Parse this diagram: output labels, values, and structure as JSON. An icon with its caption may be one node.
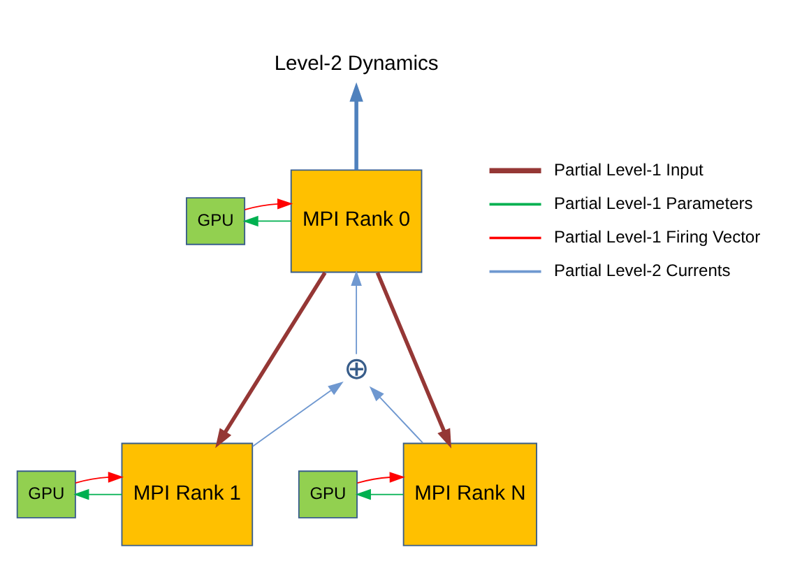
{
  "diagram": {
    "nodes": [
      {
        "text": [
          "Level-2 Dynamics"
        ]
      },
      {
        "text": [
          "MPI Rank 0"
        ]
      },
      {
        "text": [
          "GPU"
        ]
      },
      {
        "text": [
          "⊕"
        ]
      },
      {
        "text": [
          "MPI Rank 1"
        ]
      },
      {
        "text": [
          "GPU"
        ]
      },
      {
        "text": [
          "MPI Rank N"
        ]
      },
      {
        "text": [
          "GPU"
        ]
      }
    ],
    "edges": [
      {
        "from": 1,
        "to": 0,
        "arrow": "to",
        "style": "thick",
        "color": "#4f81bd"
      },
      {
        "from": 1,
        "to": 2,
        "arrow": "to",
        "color": "#00b050"
      },
      {
        "from": 2,
        "to": 1,
        "arrow": "to",
        "color": "#ff0000"
      },
      {
        "from": 1,
        "to": 4,
        "arrow": "to",
        "style": "thick",
        "color": "#953735"
      },
      {
        "from": 1,
        "to": 6,
        "arrow": "to",
        "style": "thick",
        "color": "#953735"
      },
      {
        "from": 4,
        "to": 3,
        "arrow": "to",
        "color": "#6f98d0"
      },
      {
        "from": 6,
        "to": 3,
        "arrow": "to",
        "color": "#6f98d0"
      },
      {
        "from": 3,
        "to": 1,
        "arrow": "to",
        "color": "#6f98d0"
      },
      {
        "from": 4,
        "to": 5,
        "arrow": "to",
        "color": "#00b050"
      },
      {
        "from": 5,
        "to": 4,
        "arrow": "to",
        "color": "#ff0000"
      },
      {
        "from": 6,
        "to": 7,
        "arrow": "to",
        "color": "#00b050"
      },
      {
        "from": 7,
        "to": 6,
        "arrow": "to",
        "color": "#ff0000"
      }
    ],
    "legend": [
      {
        "text": "Partial Level-1 Input"
      },
      {
        "text": "Partial Level-1 Parameters"
      },
      {
        "text": "Partial Level-1 Firing Vector"
      },
      {
        "text": "Partial Level-2 Currents"
      }
    ]
  }
}
